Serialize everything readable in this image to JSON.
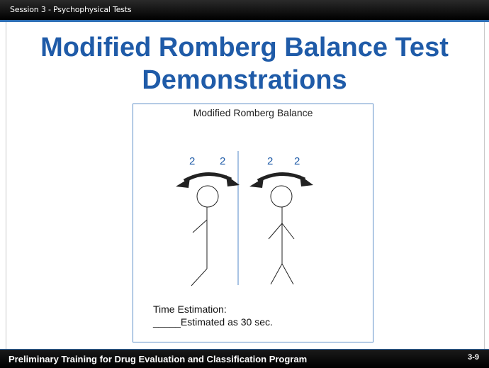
{
  "header": {
    "session": "Session 3 - Psychophysical Tests"
  },
  "slide": {
    "title_line1": "Modified Romberg Balance Test",
    "title_line2": "Demonstrations"
  },
  "figure": {
    "caption": "Modified Romberg Balance",
    "left_numbers": [
      "2",
      "2"
    ],
    "right_numbers": [
      "2",
      "2"
    ],
    "time_label": "Time Estimation:",
    "time_value": "_____Estimated as 30 sec."
  },
  "footer": {
    "program": "Preliminary  Training for Drug Evaluation and Classification Program",
    "page": "3-9"
  },
  "colors": {
    "title": "#1f5ba8",
    "accent": "#2e6fb5",
    "numbers": "#1f5ba8"
  }
}
